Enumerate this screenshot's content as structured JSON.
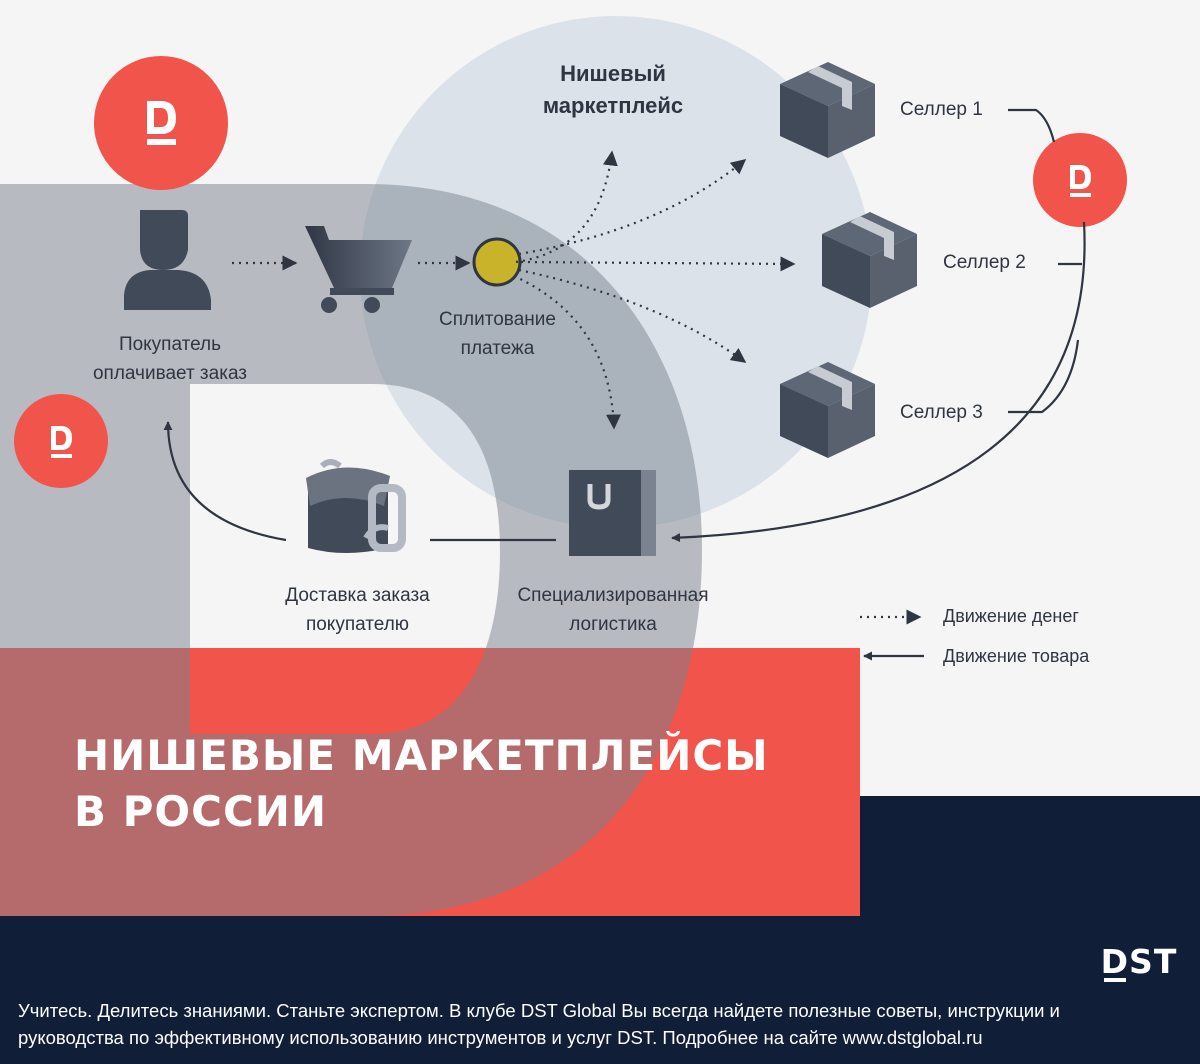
{
  "brand": {
    "logo_letter": "D",
    "logo_text": "DST"
  },
  "diagram": {
    "niche_marketplace": {
      "line1": "Нишевый",
      "line2": "маркетплейс"
    },
    "buyer": {
      "line1": "Покупатель",
      "line2": "оплачивает заказ"
    },
    "payment_split": {
      "line1": "Сплитование",
      "line2": "платежа"
    },
    "sellers": [
      {
        "label": "Селлер 1"
      },
      {
        "label": "Селлер 2"
      },
      {
        "label": "Селлер 3"
      }
    ],
    "delivery": {
      "line1": "Доставка заказа",
      "line2": "покупателю"
    },
    "logistics": {
      "line1": "Специализированная",
      "line2": "логистика"
    },
    "legend": {
      "money": "Движение денег",
      "goods": "Движение товара"
    }
  },
  "headline": {
    "line1": "НИШЕВЫЕ МАРКЕТПЛЕЙСЫ",
    "line2": "В РОССИИ"
  },
  "footer": {
    "line1": "Учитесь. Делитесь знаниями. Станьте экспертом. В клубе DST Global Вы всегда найдете полезные советы, инструкции и",
    "line2": "руководства по эффективному использованию инструментов и услуг DST. Подробнее на сайте www.dstglobal.ru"
  },
  "colors": {
    "accent_red": "#f0544b",
    "navy": "#101e38",
    "gray_shape": "#a9afb8",
    "circle": "#dde3ea",
    "coin": "#c9b32a",
    "icon": "#414a58"
  }
}
